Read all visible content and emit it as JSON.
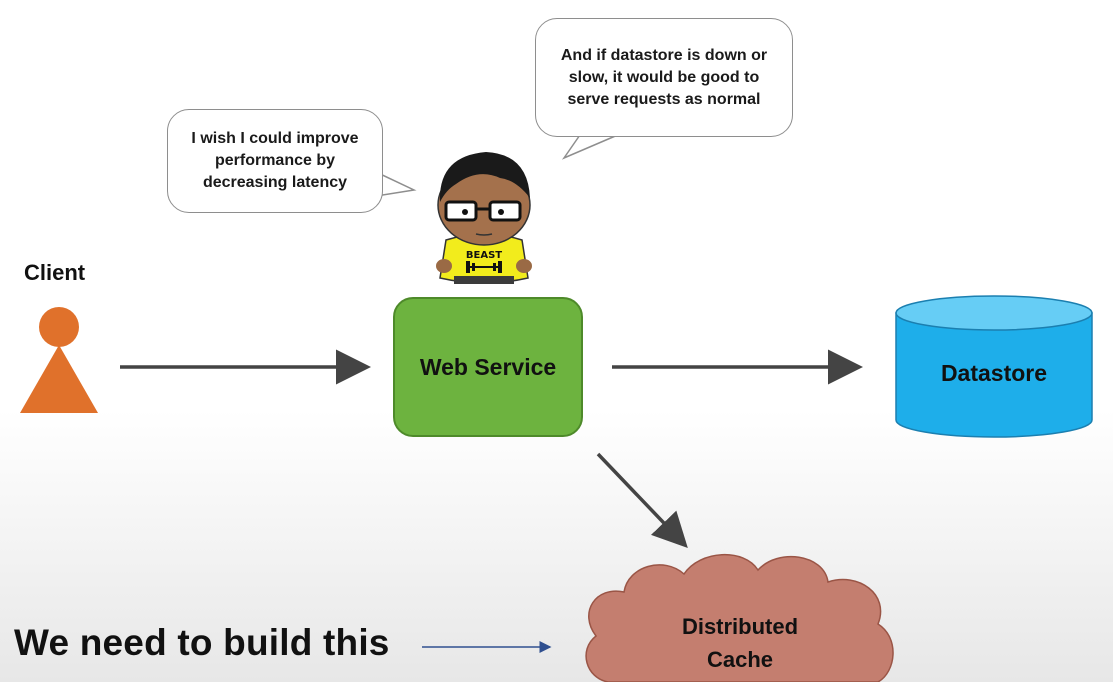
{
  "bubbles": {
    "left_text": "I wish I could improve performance by decreasing latency",
    "right_text": "And if datastore is down or slow, it would be good to serve requests as normal"
  },
  "nodes": {
    "client_label": "Client",
    "web_service_label": "Web Service",
    "datastore_label": "Datastore",
    "cache_label_line1": "Distributed",
    "cache_label_line2": "Cache"
  },
  "character": {
    "shirt_text": "BEAST"
  },
  "headline": "We need to build this",
  "colors": {
    "client": "#e0712b",
    "web_service": "#6db33f",
    "datastore": "#1eaeea",
    "cache": "#c47e6f",
    "arrow": "#444444",
    "headline_arrow": "#2f4f8f"
  }
}
